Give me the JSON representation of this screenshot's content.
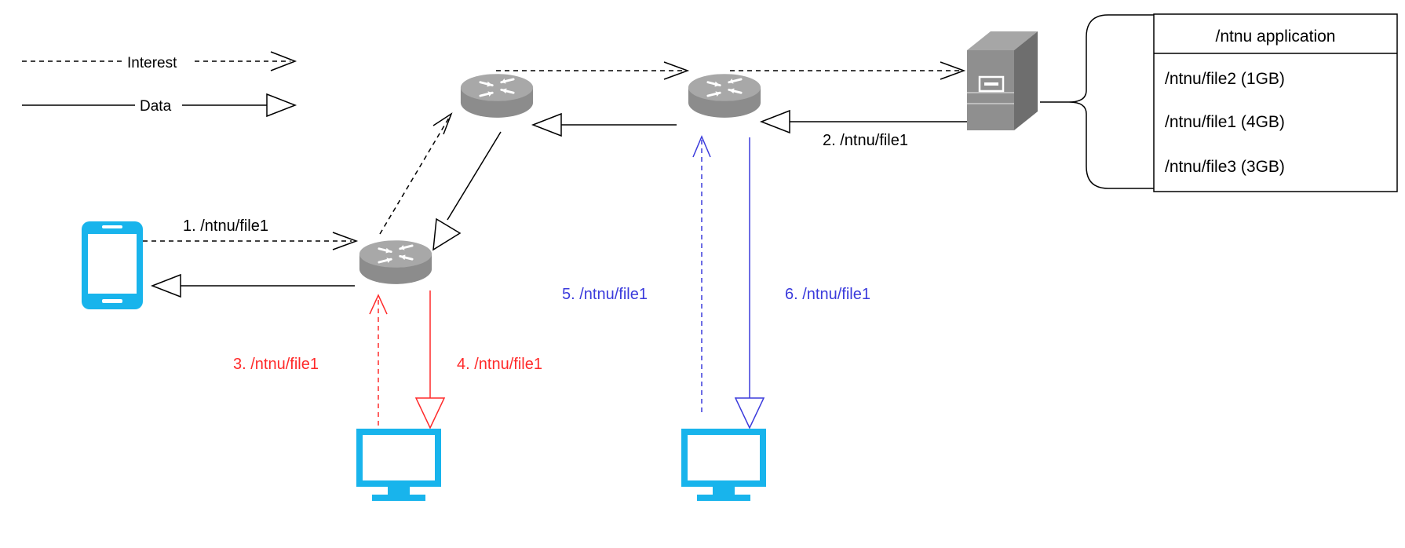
{
  "legend": {
    "interest_label": "Interest",
    "data_label": "Data"
  },
  "colors": {
    "black": "#000000",
    "red": "#ff2a2a",
    "blue": "#3b3bdc",
    "device": "#18b4ec",
    "router": "#8c8c8c",
    "server": "#8f8f8f"
  },
  "icons": {
    "phone": "smartphone-icon",
    "router": "router-icon",
    "server": "server-icon",
    "monitor": "monitor-icon"
  },
  "steps": {
    "s1": "1. /ntnu/file1",
    "s2": "2. /ntnu/file1",
    "s3": "3. /ntnu/file1",
    "s4": "4. /ntnu/file1",
    "s5": "5. /ntnu/file1",
    "s6": "6. /ntnu/file1"
  },
  "app_box": {
    "title": "/ntnu application",
    "items": [
      "/ntnu/file2 (1GB)",
      "/ntnu/file1 (4GB)",
      "/ntnu/file3 (3GB)"
    ]
  }
}
